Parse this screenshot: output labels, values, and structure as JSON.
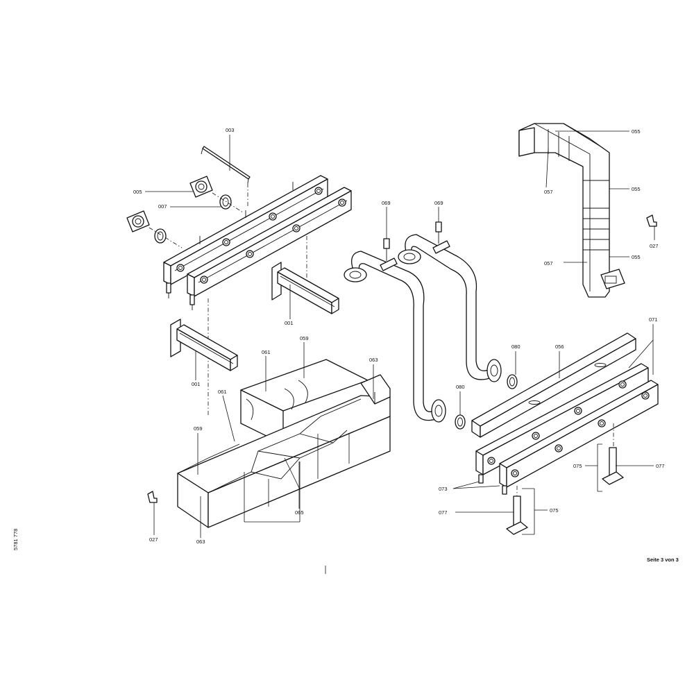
{
  "document": {
    "footer_page": "Seite 3 von 3",
    "doc_number": "5781 778"
  },
  "labels": {
    "p001_a": "001",
    "p001_b": "001",
    "p003": "003",
    "p005": "005",
    "p007": "007",
    "p027_a": "027",
    "p027_b": "027",
    "p055_a": "055",
    "p055_b": "055",
    "p055_c": "055",
    "p056": "056",
    "p057_a": "057",
    "p057_b": "057",
    "p059_a": "059",
    "p059_b": "059",
    "p061_a": "061",
    "p061_b": "061",
    "p063_a": "063",
    "p063_b": "063",
    "p065": "065",
    "p069_a": "069",
    "p069_b": "069",
    "p071": "071",
    "p073": "073",
    "p075_a": "075",
    "p075_b": "075",
    "p077_a": "077",
    "p077_b": "077",
    "p080_a": "080",
    "p080_b": "080"
  }
}
